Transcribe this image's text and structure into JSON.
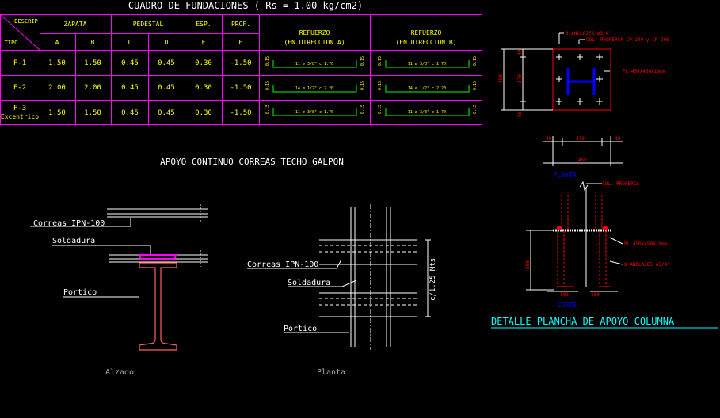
{
  "fund_title": "CUADRO  DE  FUNDACIONES   ( Rs = 1.00 kg/cm2)",
  "table": {
    "descrip": "DESCRIP",
    "tipo": "TIPO",
    "groups": {
      "zapata": "ZAPATA",
      "pedestal": "PEDESTAL",
      "esp": "ESP.",
      "prof": "PROF."
    },
    "refuerzo_a": [
      "REFUERZO",
      "(EN DIRECCION A)"
    ],
    "refuerzo_b": [
      "REFUERZO",
      "(EN DIRECCION B)"
    ],
    "subheaders": [
      "A",
      "B",
      "C",
      "D",
      "E",
      "H"
    ],
    "rows": [
      {
        "tipo": [
          "F-1"
        ],
        "values": [
          "1.50",
          "1.50",
          "0.45",
          "0.45",
          "0.30",
          "-1.50"
        ],
        "ref_a": "11 ø 3/8\" c 1.70",
        "ref_b": "11 ø 3/8\" c 1.70",
        "hook": "0.15"
      },
      {
        "tipo": [
          "F-2"
        ],
        "values": [
          "2.00",
          "2.00",
          "0.45",
          "0.45",
          "0.30",
          "-1.50"
        ],
        "ref_a": "14 ø 1/2\" c 2.20",
        "ref_b": "14 ø 1/2\" c 2.20",
        "hook": "0.15"
      },
      {
        "tipo": [
          "F-3",
          "Excentrico"
        ],
        "values": [
          "1.50",
          "1.50",
          "0.45",
          "0.45",
          "0.30",
          "-1.50"
        ],
        "ref_a": "11 ø 3/8\" c 1.70",
        "ref_b": "11 ø 3/8\" c 1.70",
        "hook": "0.15"
      }
    ]
  },
  "apoyo": {
    "title": "APOYO CONTINUO CORREAS TECHO GALPON",
    "alzado": {
      "correas": "Correas IPN-100",
      "soldadura": "Soldadura",
      "portico": "Portico",
      "caption": "Alzado"
    },
    "planta": {
      "correas": "Correas IPN-100",
      "soldadura": "Soldadura",
      "portico": "Portico",
      "spacing": "c/1.25 Mts",
      "caption": "Planta"
    }
  },
  "detalle": {
    "anclajes_top": "8 ANCLAJES ø3/4\"",
    "col_label": "COL. PROPERCA CP-240  y CP-200",
    "plancha_top": "PL 450X450X19mm",
    "dim_450_v": "450",
    "dim_370_v": "370",
    "dim_40_a": "40",
    "dim_40_b": "40",
    "dim_40_left": "40",
    "dim_370_h": "370",
    "dim_40_right": "40",
    "dim_450_h": "450",
    "planta_label": "PLANTA",
    "col_properca": "COL. PROPERCA",
    "plancha_corte": "PL 450X450X19mm",
    "anclajes_corte": "8  ANCLAJES ø3/4\"",
    "dim_500": "500",
    "dim_100_a": "100",
    "dim_100_b": "100",
    "corte_label": "CORTE",
    "title": "DETALLE PLANCHA DE APOYO COLUMNA"
  },
  "colors": {
    "grid": "#ff00ff",
    "text": "#ffffff",
    "label": "#ffff00",
    "green": "#00ff00",
    "red": "#ff0000",
    "cyan": "#00ffff",
    "blue": "#0000ff"
  }
}
